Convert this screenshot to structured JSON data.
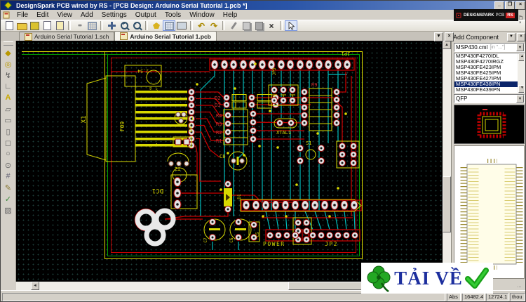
{
  "window": {
    "title": "DesignSpark PCB wired by RS - [PCB Design: Arduino Serial Tutorial 1.pcb *]",
    "controls": {
      "minimize": "_",
      "maximize": "❐",
      "close": "×"
    }
  },
  "menu": [
    "File",
    "Edit",
    "View",
    "Add",
    "Settings",
    "Output",
    "Tools",
    "Window",
    "Help"
  ],
  "banner": {
    "brand": "DESIGNSPARK",
    "product": "PCB",
    "badge": "RS"
  },
  "toolbar": {
    "icons": [
      "new-document",
      "open-file",
      "save",
      "copy-document",
      "document-yellow",
      "gears",
      "grid-settings",
      "pan-view",
      "zoom-in",
      "zoom-out",
      "fill-copper",
      "grid-toggle",
      "screen-settings",
      "undo",
      "redo",
      "fix-tool",
      "copy-sheet",
      "paste-sheet",
      "delete",
      "select-cursor"
    ]
  },
  "side_toolbar": {
    "icons": [
      "component",
      "pad",
      "route-lightning",
      "track-bend",
      "text",
      "copper-shape",
      "rect-shape",
      "tall-rect-shape",
      "square-shape",
      "circle-shape",
      "target-shape",
      "array",
      "edit-pencil",
      "check",
      "hatch-fill"
    ]
  },
  "tabs": [
    {
      "label": "Arduino Serial Tutorial 1.sch"
    },
    {
      "label": "Arduino Serial Tutorial 1.pcb"
    }
  ],
  "add_component": {
    "title": "Add Component",
    "library_value": "MSP430.cml",
    "library_hint": "[in \"...\"]",
    "items": [
      "MSP430F4270IDL",
      "MSP430F4270IRGZ",
      "MSP430FE423IPM",
      "MSP430FE425IPM",
      "MSP430FE427IPM",
      "MSP430FE438IPN",
      "MSP430FE439IPN"
    ],
    "selected_item": "MSP430FE438IPN",
    "package_value": "QFP"
  },
  "pcb": {
    "labels": [
      "2.54",
      "X1",
      "F09",
      "JP1",
      "JP3",
      "D2",
      "D3",
      "R4",
      "R3",
      "R2",
      "R1",
      "T1",
      "LED",
      "C8",
      "XTAL1",
      "R9",
      "S1",
      "T2",
      "DC1",
      "D1",
      "C7",
      "C6",
      "C5",
      "POWER",
      "JP2"
    ],
    "pins": [
      "9",
      "5",
      "6",
      "1"
    ]
  },
  "status": {
    "fields": [
      "Abs",
      "16482.4",
      "12724.1",
      "thou"
    ],
    "overflow": "..."
  },
  "watermark": {
    "text": "TẢI VỀ"
  },
  "colors": {
    "silkscreen": "#d8d800",
    "top_copper": "#c80000",
    "bottom_copper": "#00bcbc",
    "board_outline": "#00a000",
    "pad": "#e2e2e2",
    "selection": "#0a246a"
  }
}
